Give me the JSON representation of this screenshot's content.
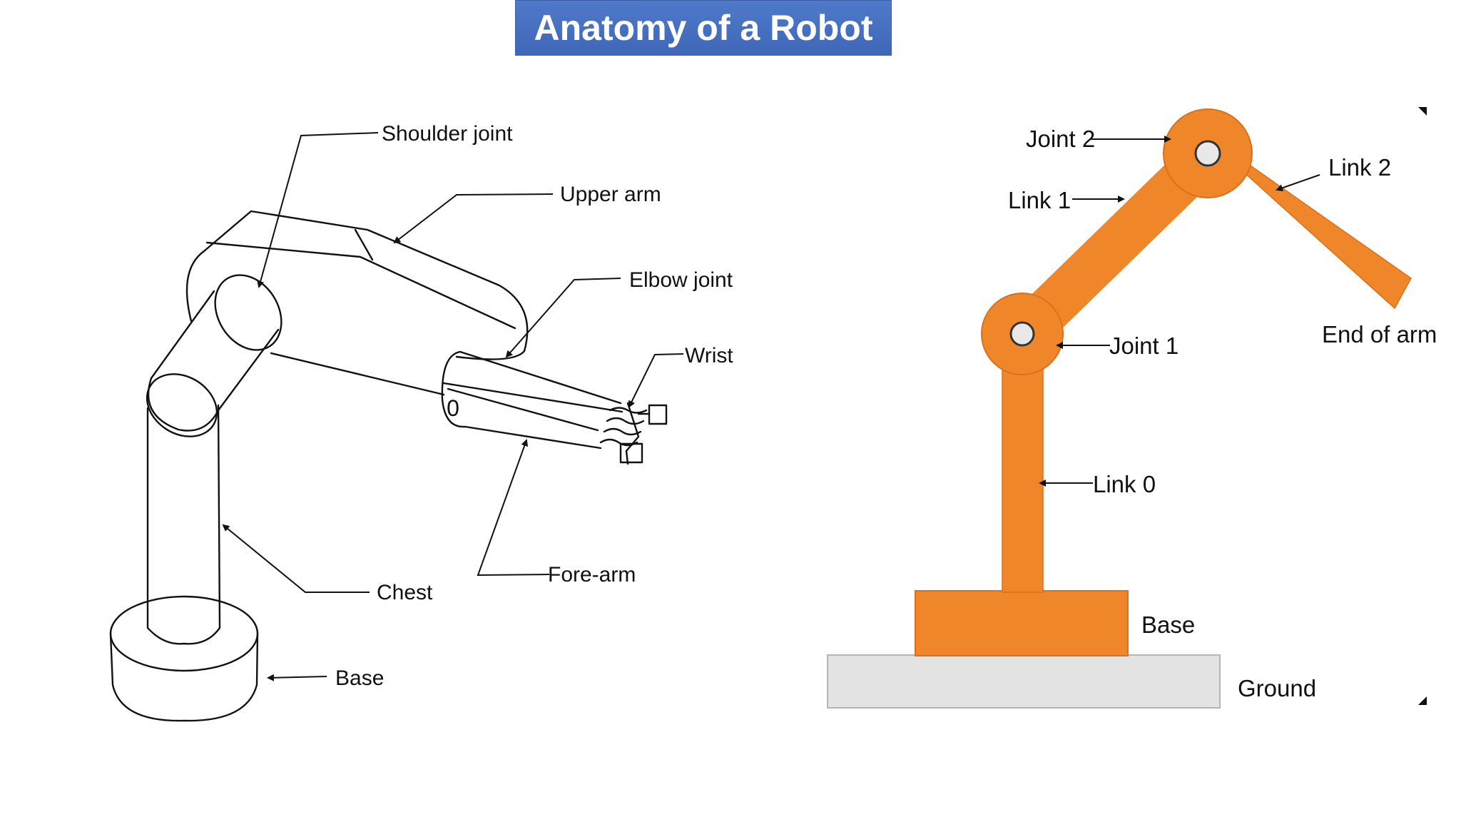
{
  "title": "Anatomy of a Robot",
  "left_diagram": {
    "labels": {
      "shoulder_joint": "Shoulder joint",
      "upper_arm": "Upper arm",
      "elbow_joint": "Elbow joint",
      "wrist": "Wrist",
      "fore_arm": "Fore-arm",
      "chest": "Chest",
      "base": "Base",
      "zero_mark": "0"
    }
  },
  "right_diagram": {
    "labels": {
      "joint2": "Joint 2",
      "link1": "Link 1",
      "link2": "Link 2",
      "joint1": "Joint 1",
      "end_of_arm": "End of arm",
      "link0": "Link 0",
      "base": "Base",
      "ground": "Ground"
    },
    "colors": {
      "link_orange": "#f0862a",
      "link_dark": "#d9711a",
      "ground_gray": "#e3e3e3"
    }
  }
}
